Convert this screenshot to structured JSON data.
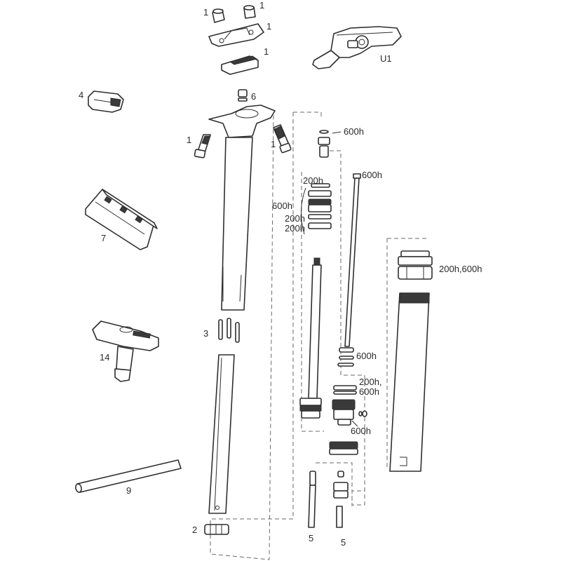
{
  "callouts": {
    "seat_clamp_bolt_left": "1",
    "seat_clamp_bolt_right": "1",
    "upper_clamp": "1",
    "lower_clamp": "1",
    "remote_lever": "U1",
    "cable_clamp": "4",
    "nut": "6",
    "head_bolt_left": "1",
    "head_bolt_right": "1",
    "service_tool_block": "7",
    "keys": "3",
    "t_handle_tool": "14",
    "rod": "9",
    "collar": "2",
    "pin_left": "5",
    "pin_right": "5",
    "service_top_cap": "600h",
    "service_inner_rod": "600h",
    "service_seal_a": "200h",
    "service_seal_b": "600h",
    "service_seal_c": "200h",
    "service_seal_d": "200h",
    "service_outer": "200h,600h",
    "service_rod_seal": "600h",
    "service_piston_a": "200h,",
    "service_piston_b": "600h",
    "service_valve": "600h"
  }
}
